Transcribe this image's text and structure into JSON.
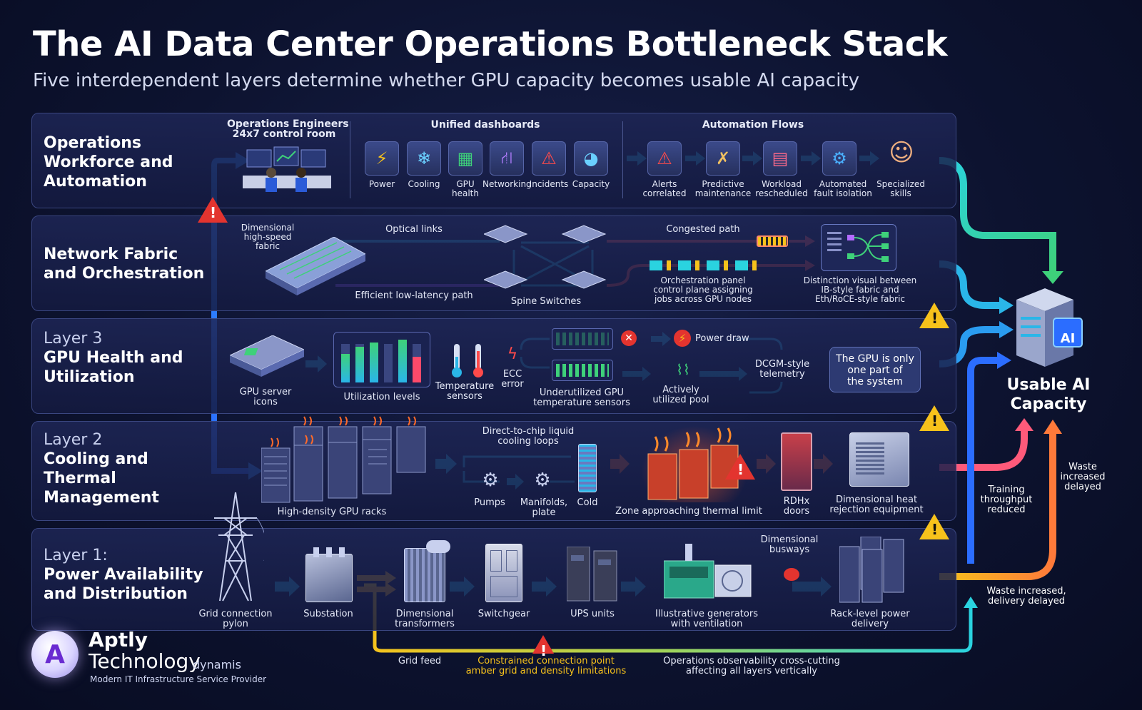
{
  "title": "The AI Data Center Operations Bottleneck Stack",
  "subtitle": "Five interdependent layers determine whether GPU capacity becomes usable AI capacity",
  "layers": [
    {
      "num": "",
      "name_line1": "Operations",
      "name_line2": "Workforce and",
      "name_line3": "Automation",
      "engineers_line1": "Operations Engineers",
      "engineers_line2": "24x7 control room",
      "dashboards_title": "Unified dashboards",
      "dashboards": [
        {
          "icon": "lightning-icon",
          "glyph": "⚡",
          "label": "Power"
        },
        {
          "icon": "snowflake-icon",
          "glyph": "❄",
          "label": "Cooling"
        },
        {
          "icon": "chip-icon",
          "glyph": "▦",
          "label": "GPU",
          "label2": "health"
        },
        {
          "icon": "network-icon",
          "glyph": "⛙",
          "label": "Networking"
        },
        {
          "icon": "warning-icon",
          "glyph": "⚠",
          "label": "Incidents"
        },
        {
          "icon": "pie-chart-icon",
          "glyph": "◕",
          "label": "Capacity"
        }
      ],
      "automation_title": "Automation Flows",
      "automation": [
        {
          "icon": "alert-icon",
          "glyph": "⚠",
          "label": "Alerts",
          "label2": "correlated"
        },
        {
          "icon": "wrench-icon",
          "glyph": "✗",
          "label": "Predictive",
          "label2": "maintenance"
        },
        {
          "icon": "calendar-icon",
          "glyph": "▤",
          "label": "Workload",
          "label2": "rescheduled"
        },
        {
          "icon": "gear-search-icon",
          "glyph": "⚙",
          "label": "Automated",
          "label2": "fault isolation"
        },
        {
          "icon": "person-gear-icon",
          "glyph": "☺",
          "label": "Specialized",
          "label2": "skills"
        }
      ]
    },
    {
      "num": "",
      "name_line1": "Network Fabric",
      "name_line2": "and Orchestration",
      "fabric_line1": "Dimensional",
      "fabric_line2": "high-speed",
      "fabric_line3": "fabric",
      "optical": "Optical links",
      "efficient": "Efficient low-latency path",
      "spine": "Spine Switches",
      "congested": "Congested path",
      "orch_line1": "Orchestration panel",
      "orch_line2": "control plane assigning",
      "orch_line3": "jobs across GPU nodes",
      "dist_line1": "Distinction visual between",
      "dist_line2": "IB-style fabric and",
      "dist_line3": "Eth/RoCE-style fabric"
    },
    {
      "num": "Layer 3",
      "name_line1": "GPU Health and",
      "name_line2": "Utilization",
      "server_line1": "GPU server",
      "server_line2": "icons",
      "util": "Utilization levels",
      "temp_line1": "Temperature",
      "temp_line2": "sensors",
      "ecc_line1": "ECC",
      "ecc_line2": "error",
      "under_line1": "Underutilized GPU",
      "under_line2": "temperature sensors",
      "power_draw": "Power draw",
      "active_line1": "Actively",
      "active_line2": "utilized pool",
      "dcgm_line1": "DCGM-style",
      "dcgm_line2": "telemetry",
      "note_line1": "The GPU is only",
      "note_line2": "one part of",
      "note_line3": "the system"
    },
    {
      "num": "Layer 2",
      "name_line1": "Cooling and",
      "name_line2": "Thermal",
      "name_line3": "Management",
      "racks": "High-density GPU racks",
      "loops_line1": "Direct-to-chip liquid",
      "loops_line2": "cooling loops",
      "pumps": "Pumps",
      "manifolds_line1": "Manifolds,",
      "manifolds_line2": "plate",
      "cold": "Cold",
      "zone": "Zone approaching thermal limit",
      "rdhx_line1": "RDHx",
      "rdhx_line2": "doors",
      "heat_line1": "Dimensional heat",
      "heat_line2": "rejection equipment"
    },
    {
      "num": "Layer 1:",
      "name_line1": "Power Availability",
      "name_line2": "and Distribution",
      "pylon_line1": "Grid connection",
      "pylon_line2": "pylon",
      "substation": "Substation",
      "transformers_line1": "Dimensional",
      "transformers_line2": "transformers",
      "switchgear": "Switchgear",
      "ups": "UPS units",
      "gen_line1": "Illustrative generators",
      "gen_line2": "with ventilation",
      "busways_line1": "Dimensional",
      "busways_line2": "busways",
      "rack_power_line1": "Rack-level power",
      "rack_power_line2": "delivery"
    }
  ],
  "bottom": {
    "grid_feed": "Grid feed",
    "constrained_line1": "Constrained connection point",
    "constrained_line2": "amber grid and density limitations",
    "observ_line1": "Operations observability cross-cutting",
    "observ_line2": "affecting all layers vertically"
  },
  "output": {
    "line1": "Usable AI",
    "line2": "Capacity",
    "ai_badge": "AI",
    "training_line1": "Training",
    "training_line2": "throughput",
    "training_line3": "reduced",
    "waste_line1": "Waste",
    "waste_line2": "increased",
    "waste_line3": "delayed",
    "waste2_line1": "Waste increased,",
    "waste2_line2": "delivery delayed"
  },
  "brand": {
    "letter": "A",
    "name1": "Aptly",
    "name2": "Technology",
    "suffix": "dynamis",
    "tagline": "Modern IT Infrastructure Service Provider"
  },
  "colors": {
    "background": "#0d1330",
    "accent_blue": "#2f8cff",
    "accent_cyan": "#2ad3e0",
    "accent_green": "#3ed17a",
    "warning_amber": "#f7c21b",
    "alert_red": "#e3342f",
    "hot_orange": "#ff6a2a"
  }
}
